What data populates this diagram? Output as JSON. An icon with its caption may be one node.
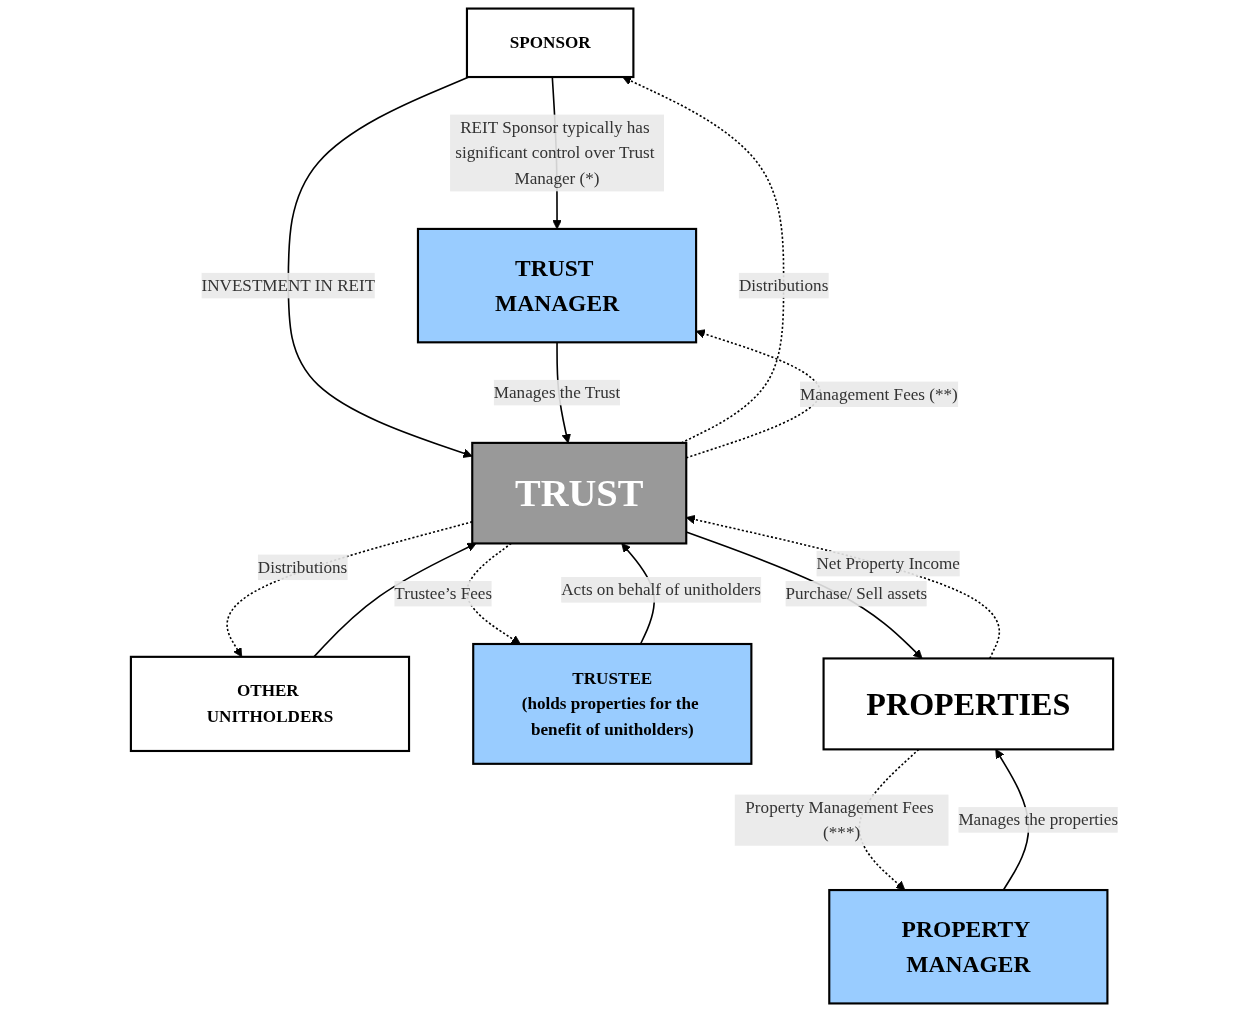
{
  "diagram": {
    "nodes": [
      {
        "text": [
          "SPONSOR"
        ]
      },
      {
        "text": [
          "OTHER UNITHOLDERS"
        ]
      },
      {
        "text": [
          "TRUST MANAGER"
        ]
      },
      {
        "text": [
          "TRUST"
        ]
      },
      {
        "text": [
          "TRUSTEE",
          "(holds properties for the benefit of unitholders)"
        ]
      },
      {
        "text": [
          "PROPERTY MANAGER"
        ]
      },
      {
        "text": [
          "PROPERTIES"
        ]
      }
    ],
    "edges": [
      {
        "from": 0,
        "to": 2,
        "arrow": "to",
        "label": "REIT Sponsor typically has significant control over Trust Manager (*)"
      },
      {
        "from": 3,
        "to": 0,
        "arrow": "to",
        "style": "dashed",
        "label": "Distributions"
      },
      {
        "from": 0,
        "to": 3,
        "arrow": "to",
        "label": "INVESTMENT IN REIT"
      },
      {
        "from": 1,
        "to": 3,
        "arrow": "to"
      },
      {
        "from": 3,
        "to": 1,
        "arrow": "to",
        "style": "dashed",
        "label": "Distributions"
      },
      {
        "from": 2,
        "to": 3,
        "arrow": "to",
        "label": "Manages the Trust"
      },
      {
        "from": 3,
        "to": 2,
        "arrow": "to",
        "style": "dashed",
        "label": "Management Fees (**)"
      },
      {
        "from": 4,
        "to": 3,
        "arrow": "to",
        "label": "Acts on behalf of unitholders"
      },
      {
        "from": 3,
        "to": 4,
        "arrow": "to",
        "style": "dashed",
        "label": "Trustee’s Fees"
      },
      {
        "from": 3,
        "to": 6,
        "arrow": "to",
        "label": "Purchase/ Sell assets"
      },
      {
        "from": 6,
        "to": 3,
        "arrow": "to",
        "style": "dashed",
        "label": "Net Property Income"
      },
      {
        "from": 5,
        "to": 6,
        "arrow": "to",
        "label": "Manages the properties"
      },
      {
        "from": 6,
        "to": 5,
        "arrow": "to",
        "style": "dashed",
        "label": "Property Management Fees (***)"
      }
    ]
  }
}
